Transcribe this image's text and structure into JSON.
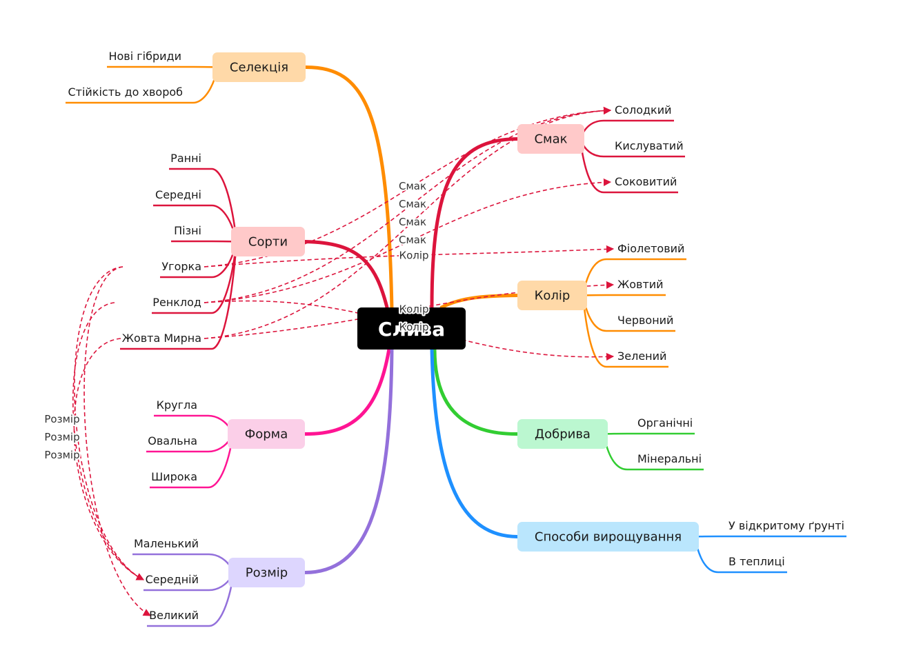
{
  "root": {
    "label": "Слива",
    "fill": "#000000"
  },
  "topics": [
    {
      "id": "selection",
      "label": "Селекція",
      "color": "#ff8c00",
      "fill": "#ffd9a8",
      "children": [
        "Нові гібриди",
        "Стійкість до хвороб"
      ]
    },
    {
      "id": "varieties",
      "label": "Сорти",
      "color": "#dc143c",
      "fill": "#ffc9c9",
      "children": [
        "Ранні",
        "Середні",
        "Пізні",
        "Угорка",
        "Ренклод",
        "Жовта Мирна"
      ]
    },
    {
      "id": "shape",
      "label": "Форма",
      "color": "#ff1493",
      "fill": "#fbcfe8",
      "children": [
        "Кругла",
        "Овальна",
        "Широка"
      ]
    },
    {
      "id": "size",
      "label": "Розмір",
      "color": "#9370db",
      "fill": "#ddd6fe",
      "children": [
        "Маленький",
        "Середній",
        "Великий"
      ]
    },
    {
      "id": "taste",
      "label": "Смак",
      "color": "#dc143c",
      "fill": "#ffc9c9",
      "children": [
        "Солодкий",
        "Кислуватий",
        "Соковитий"
      ]
    },
    {
      "id": "color",
      "label": "Колір",
      "color": "#ff8c00",
      "fill": "#ffd9a8",
      "children": [
        "Фіолетовий",
        "Жовтий",
        "Червоний",
        "Зелений"
      ]
    },
    {
      "id": "fertilizers",
      "label": "Добрива",
      "color": "#32cd32",
      "fill": "#bbf7d0",
      "children": [
        "Органічні",
        "Мінеральні"
      ]
    },
    {
      "id": "methods",
      "label": "Способи вирощування",
      "color": "#1e90ff",
      "fill": "#bae6fd",
      "children": [
        "У відкритому ґрунті",
        "В теплиці"
      ]
    }
  ],
  "relations": {
    "color": "#dc143c",
    "items": [
      {
        "from": "Угорка",
        "to": "Солодкий",
        "label": "Смак"
      },
      {
        "from": "Ренклод",
        "to": "Солодкий",
        "label": "Смак"
      },
      {
        "from": "Жовта Мирна",
        "to": "Солодкий",
        "label": "Смак"
      },
      {
        "from": "Ренклод",
        "to": "Соковитий",
        "label": "Смак"
      },
      {
        "from": "Угорка",
        "to": "Фіолетовий",
        "label": "Колір"
      },
      {
        "from": "Жовта Мирна",
        "to": "Жовтий",
        "label": "Колір"
      },
      {
        "from": "Ренклод",
        "to": "Зелений",
        "label": "Колір"
      },
      {
        "from": "Угорка",
        "to": "Середній",
        "label": "Розмір"
      },
      {
        "from": "Ренклод",
        "to": "Середній",
        "label": "Розмір"
      },
      {
        "from": "Жовта Мирна",
        "to": "Середній",
        "label": "Розмір"
      },
      {
        "from": "Угорка",
        "to": "Великий",
        "label": "Розмір"
      }
    ]
  }
}
